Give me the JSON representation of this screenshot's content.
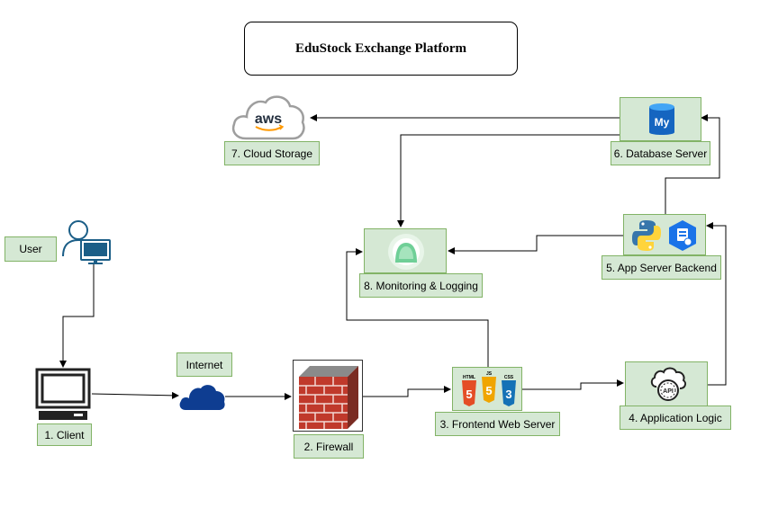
{
  "title": "EduStock Exchange Platform",
  "nodes": {
    "user": "User",
    "internet": "Internet",
    "client": "1. Client",
    "firewall": "2. Firewall",
    "frontend": "3. Frontend Web Server",
    "app_logic": "4. Application Logic",
    "app_backend": "5. App Server Backend",
    "database": "6. Database Server",
    "cloud_storage": "7. Cloud Storage",
    "monitoring": "8. Monitoring & Logging"
  },
  "icon_text": {
    "aws": "aws",
    "mysql": "My",
    "html": "HTML",
    "js": "JS",
    "css": "CSS",
    "api": "API"
  },
  "colors": {
    "node_fill": "#d5e8d4",
    "node_stroke": "#82b366",
    "edge": "#000000"
  }
}
